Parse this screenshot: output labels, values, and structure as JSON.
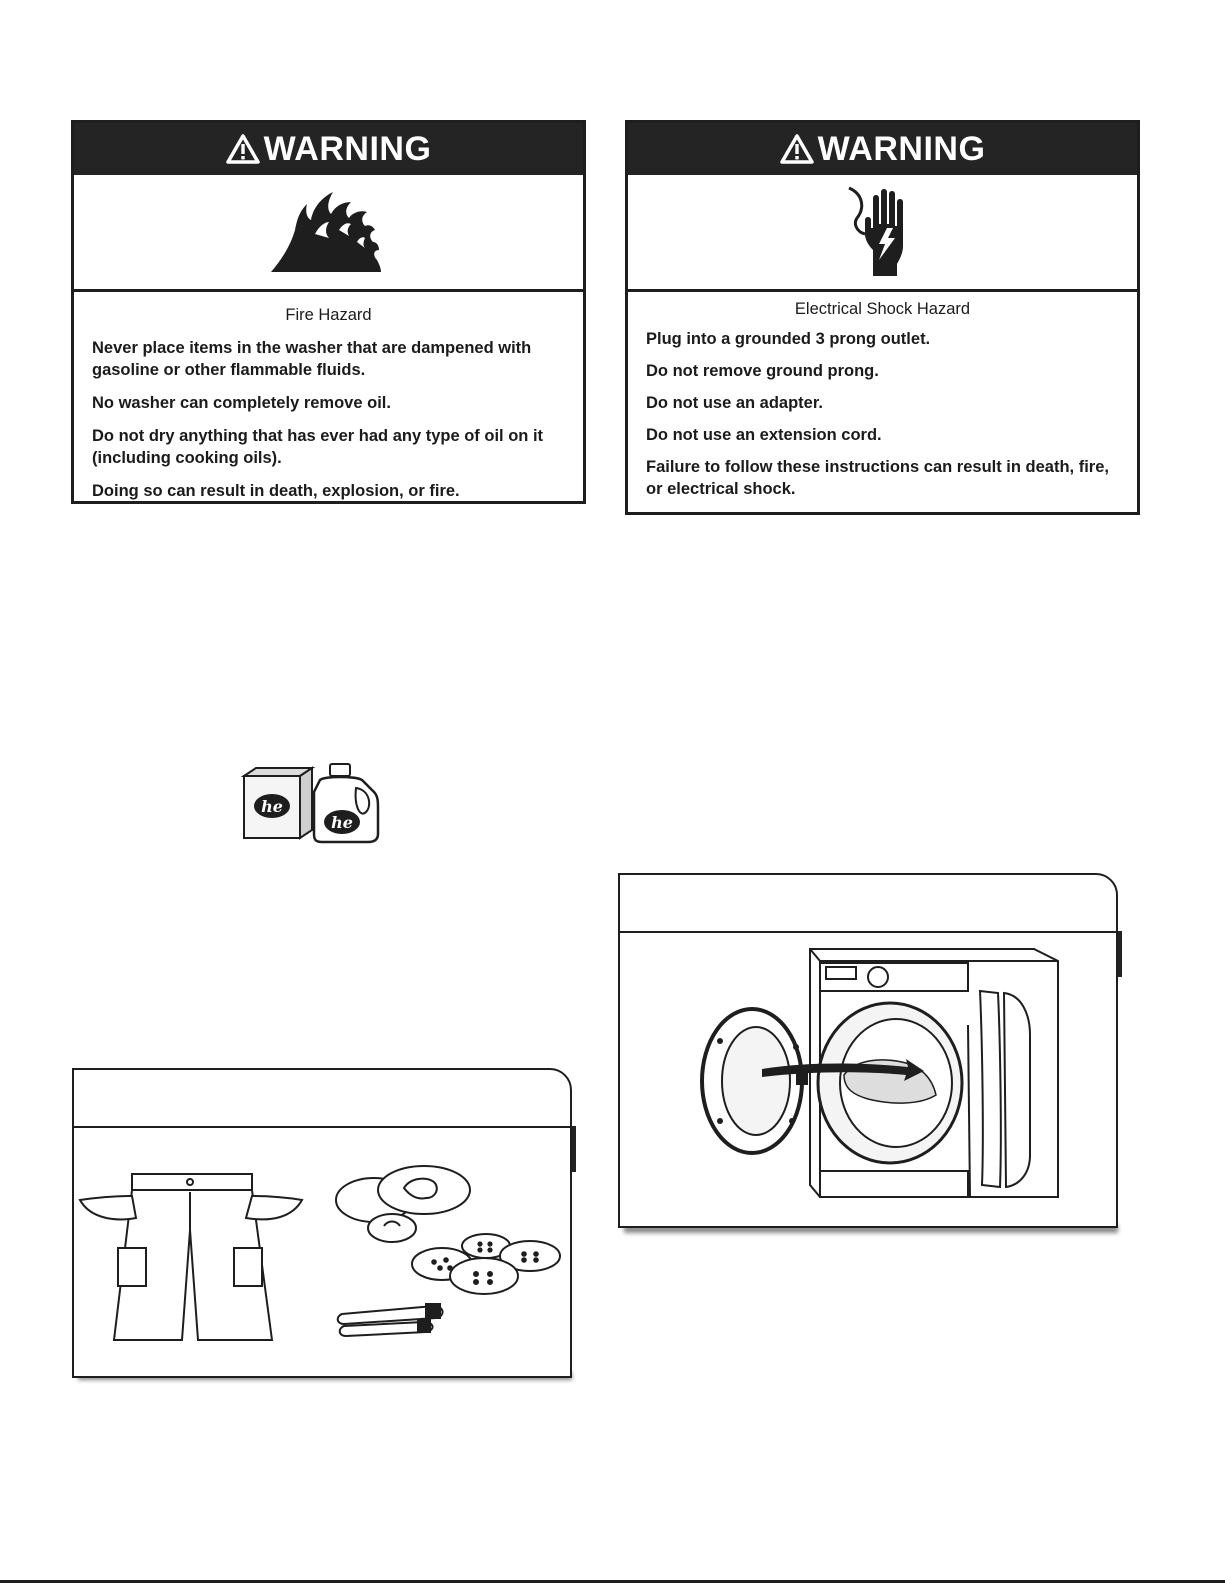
{
  "warnings": [
    {
      "header": "WARNING",
      "icon": "fire-icon",
      "hazard_title": "Fire Hazard",
      "lines": [
        "Never place items in the washer that are dampened with gasoline or other flammable fluids.",
        "No washer can completely remove oil.",
        "Do not dry anything that has ever had any type of oil on it (including cooking oils).",
        "Doing so can result in death, explosion, or fire."
      ]
    },
    {
      "header": "WARNING",
      "icon": "electric-shock-hand-icon",
      "hazard_title": "Electrical Shock Hazard",
      "lines": [
        "Plug into a grounded 3 prong outlet.",
        "Do not remove ground prong.",
        "Do not use an adapter.",
        "Do not use an extension cord.",
        "Failure to follow these instructions can result in death, fire, or electrical shock."
      ]
    }
  ],
  "illustrations": {
    "detergent_logo": "he"
  },
  "colors": {
    "header_bg": "#242424",
    "border": "#1e1e1e"
  }
}
